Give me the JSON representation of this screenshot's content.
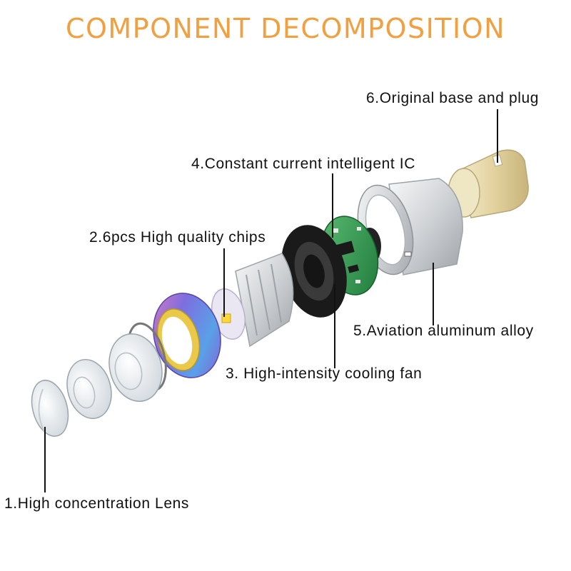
{
  "title": "COMPONENT DECOMPOSITION",
  "colors": {
    "title": "#f0a040",
    "leader_line": "#111111",
    "alloy": "#d8dadc",
    "fan": "#1a1a1a",
    "pcb": "#2f8f4a",
    "brass": "#e8d9a8",
    "ring_purple": "#8a6ad8",
    "ring_gold": "#e8c84a"
  },
  "labels": {
    "lens": "1.High concentration Lens",
    "chips": "2.6pcs High quality chips",
    "fan": "3. High-intensity cooling fan",
    "ic": "4.Constant current intelligent IC",
    "alloy": "5.Aviation aluminum alloy",
    "base": "6.Original base and plug"
  }
}
